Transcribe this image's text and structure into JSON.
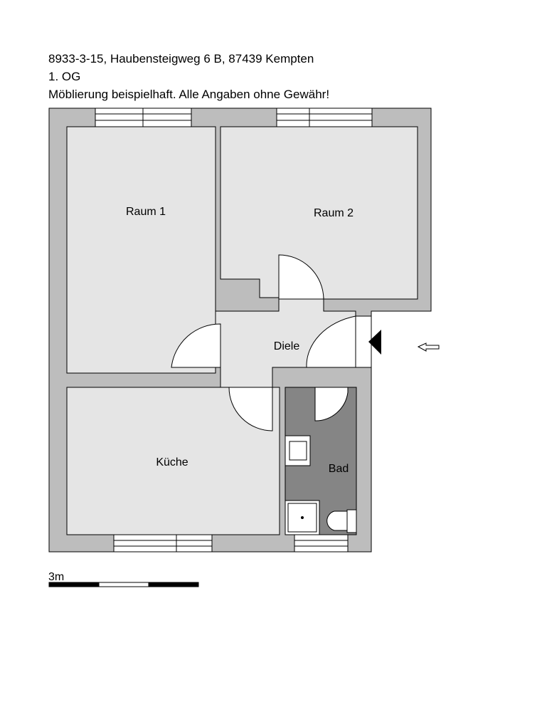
{
  "header": {
    "line1": "8933-3-15, Haubensteigweg 6 B, 87439 Kempten",
    "line2": "1. OG",
    "line3": "Möblierung beispielhaft. Alle Angaben ohne Gewähr!"
  },
  "rooms": {
    "raum1": "Raum 1",
    "raum2": "Raum 2",
    "diele": "Diele",
    "kueche": "Küche",
    "bad": "Bad"
  },
  "scale": {
    "label": "3m"
  },
  "colors": {
    "wall": "#bdbdbd",
    "floor": "#e5e5e5",
    "bathroom_floor": "#858585",
    "stroke": "#000000"
  }
}
